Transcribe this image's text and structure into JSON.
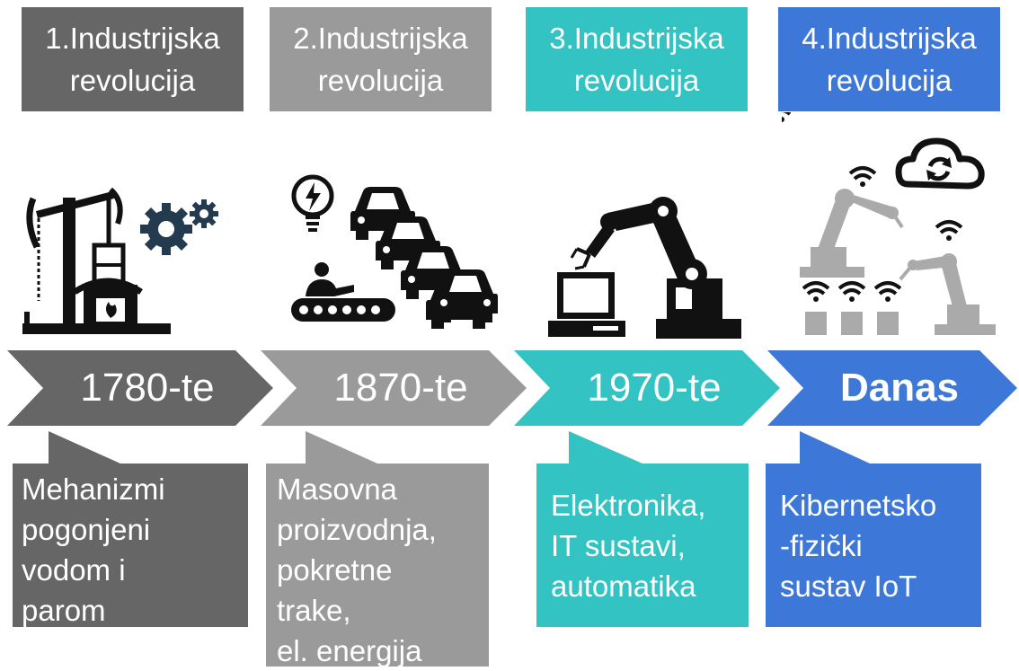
{
  "revolutions": [
    {
      "title_line1": "1.Industrijska",
      "title_line2": "revolucija",
      "period": "1780-te",
      "description": [
        "Mehanizmi",
        "pogonjeni",
        "vodom i",
        "parom"
      ],
      "color": "#666666",
      "icon": "steam-engine-icon"
    },
    {
      "title_line1": "2.Industrijska",
      "title_line2": "revolucija",
      "period": "1870-te",
      "description": [
        "Masovna",
        "proizvodnja,",
        "pokretne",
        "trake,",
        "el. energija"
      ],
      "color": "#9a9a9a",
      "icon": "assembly-line-icon"
    },
    {
      "title_line1": "3.Industrijska",
      "title_line2": "revolucija",
      "period": "1970-te",
      "description": [
        "Elektronika,",
        "IT sustavi,",
        "automatika"
      ],
      "color": "#33c3c3",
      "icon": "robot-arm-computer-icon"
    },
    {
      "title_line1": "4.Industrijska",
      "title_line2": "revolucija",
      "period": "Danas",
      "description": [
        "Kibernetsko",
        "-fizički",
        "sustav IoT"
      ],
      "color": "#3d78d8",
      "icon": "iot-cloud-robots-icon"
    }
  ]
}
